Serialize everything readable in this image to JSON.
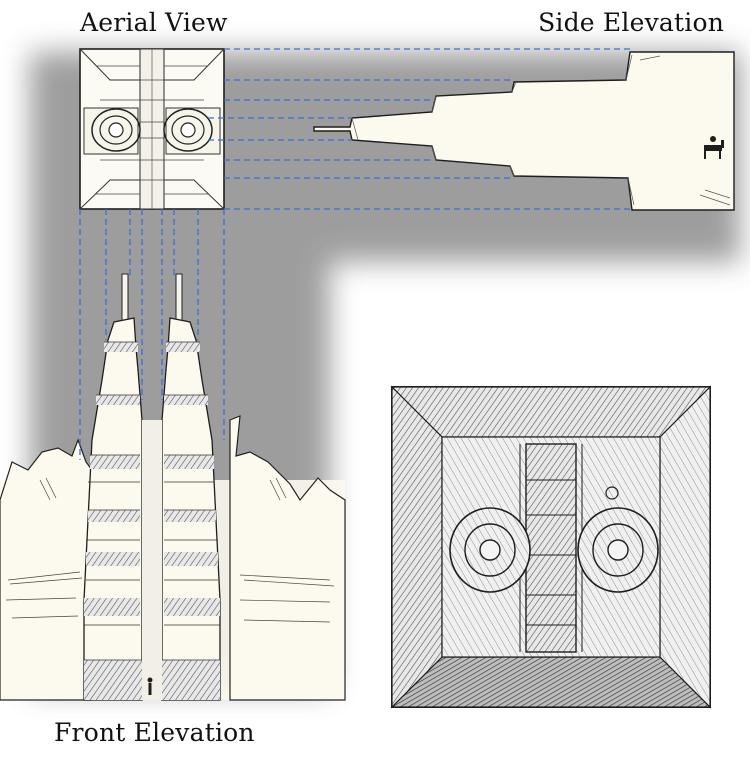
{
  "labels": {
    "aerial": "Aerial View",
    "side": "Side Elevation",
    "front": "Front Elevation"
  },
  "colors": {
    "shadow": "#8a8a8a",
    "ink": "#1e1e1e",
    "paper": "#fbf8ee",
    "projection_line": "#3b6fd6",
    "stone": "#d9d9d9"
  },
  "icons": {
    "side_figure": "horse-and-rider-icon",
    "front_figure": "person-icon"
  }
}
